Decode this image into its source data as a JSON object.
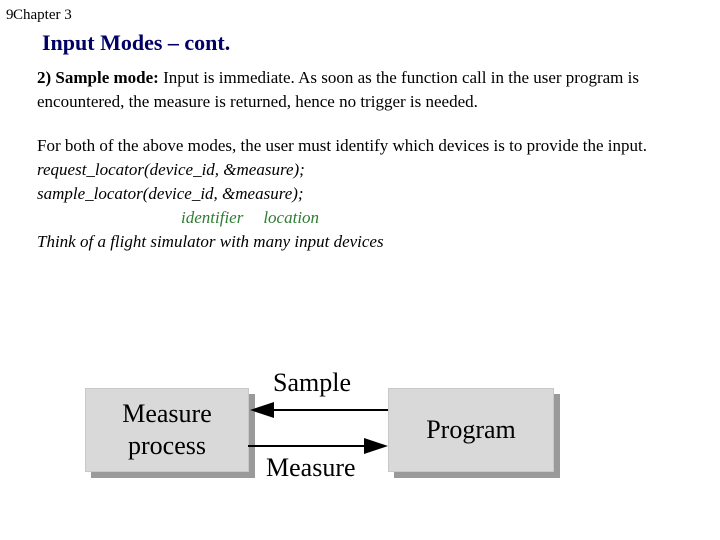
{
  "header": {
    "slide_number": "9",
    "chapter": "Chapter 3"
  },
  "title": "Input Modes – cont.",
  "paragraph1": {
    "lead": "2) Sample mode:",
    "text": " Input is immediate.  As soon as the function call in the user program is encountered, the measure is returned, hence no trigger is needed."
  },
  "paragraph2": {
    "text": "For both of the above modes, the user must identify which devices is to provide the input.",
    "code_line1": "request_locator(device_id, &measure);",
    "code_line2": "sample_locator(device_id, &measure);",
    "annot_identifier": "identifier",
    "annot_location": "location",
    "note": "Think of a flight simulator with many input devices"
  },
  "diagram": {
    "box_left_line1": "Measure",
    "box_left_line2": "process",
    "box_right": "Program",
    "arrow_top_label": "Sample",
    "arrow_bottom_label": "Measure"
  },
  "colors": {
    "title": "#000066",
    "annotation": "#2e7d32",
    "box_fill": "#d9d9d9",
    "box_shadow": "#9a9a9a"
  }
}
